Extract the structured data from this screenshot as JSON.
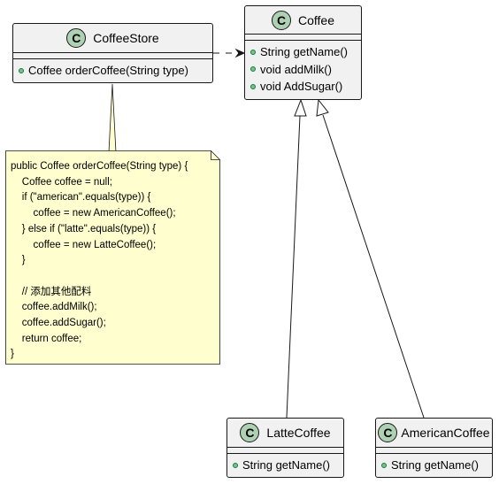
{
  "classes": {
    "coffee_store": {
      "badge": "C",
      "name": "CoffeeStore",
      "members": [
        "Coffee orderCoffee(String type)"
      ]
    },
    "coffee": {
      "badge": "C",
      "name": "Coffee",
      "members": [
        "String getName()",
        "void addMilk()",
        "void AddSugar()"
      ]
    },
    "latte_coffee": {
      "badge": "C",
      "name": "LatteCoffee",
      "members": [
        "String getName()"
      ]
    },
    "american_coffee": {
      "badge": "C",
      "name": "AmericanCoffee",
      "members": [
        "String getName()"
      ]
    }
  },
  "note": {
    "lines": [
      "public Coffee orderCoffee(String type) {",
      "    Coffee coffee = null;",
      "    if (\"american\".equals(type)) {",
      "        coffee = new AmericanCoffee();",
      "    } else if (\"latte\".equals(type)) {",
      "        coffee = new LatteCoffee();",
      "    }",
      "",
      "    // 添加其他配料",
      "    coffee.addMilk();",
      "    coffee.addSugar();",
      "    return coffee;",
      "}"
    ]
  },
  "colors": {
    "class_fill": "#f1f1f1",
    "class_border": "#181818",
    "badge_fill": "#add1b2",
    "member_dot": "#84be84",
    "note_fill": "#fefece",
    "note_border": "#181818"
  }
}
